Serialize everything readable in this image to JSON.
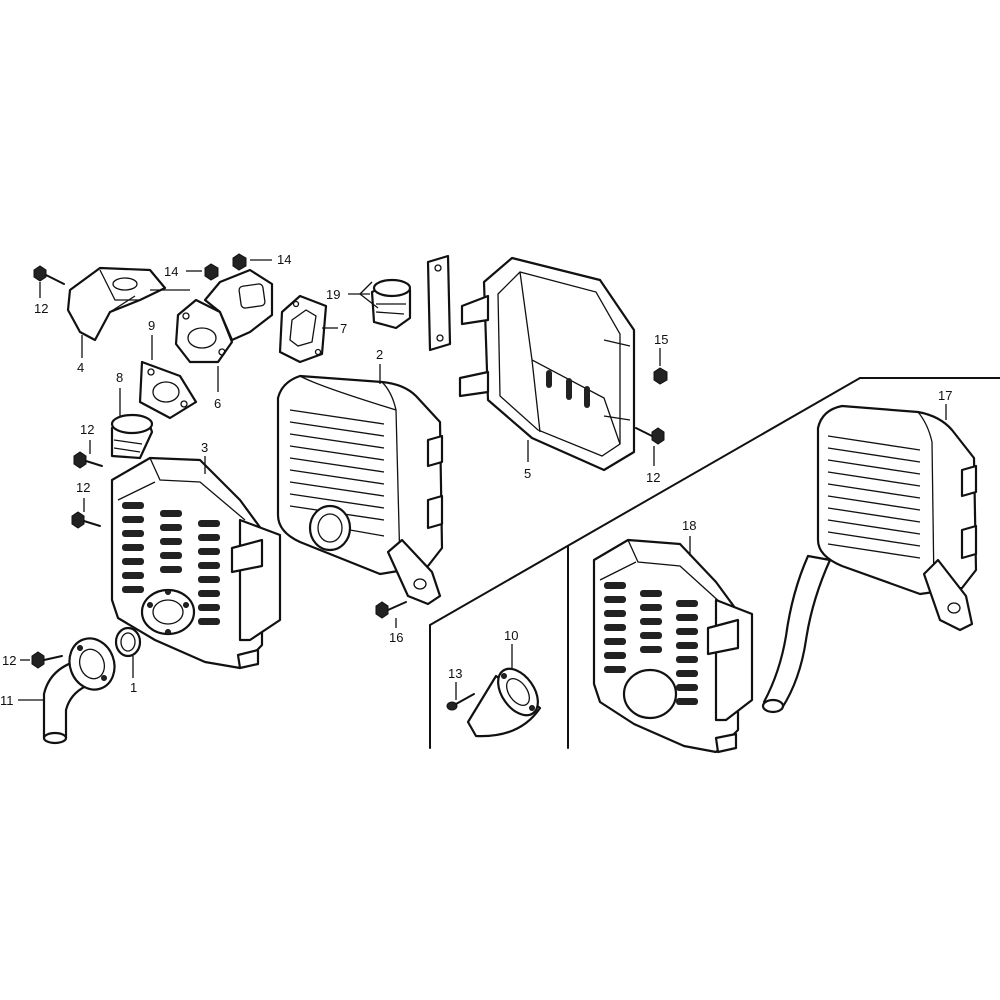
{
  "callouts": [
    {
      "id": "c12a",
      "text": "12"
    },
    {
      "id": "c4",
      "text": "4"
    },
    {
      "id": "c14a",
      "text": "14"
    },
    {
      "id": "c14b",
      "text": "14"
    },
    {
      "id": "c9",
      "text": "9"
    },
    {
      "id": "c6",
      "text": "6"
    },
    {
      "id": "c8",
      "text": "8"
    },
    {
      "id": "c12b",
      "text": "12"
    },
    {
      "id": "c12c",
      "text": "12"
    },
    {
      "id": "c3",
      "text": "3"
    },
    {
      "id": "c12d",
      "text": "12"
    },
    {
      "id": "c11",
      "text": "11"
    },
    {
      "id": "c1",
      "text": "1"
    },
    {
      "id": "c19",
      "text": "19"
    },
    {
      "id": "c7",
      "text": "7"
    },
    {
      "id": "c2",
      "text": "2"
    },
    {
      "id": "c16a",
      "text": "16"
    },
    {
      "id": "c5",
      "text": "5"
    },
    {
      "id": "c15",
      "text": "15"
    },
    {
      "id": "c12e",
      "text": "12"
    },
    {
      "id": "c17",
      "text": "17"
    },
    {
      "id": "c18",
      "text": "18"
    },
    {
      "id": "c10",
      "text": "10"
    },
    {
      "id": "c13",
      "text": "13"
    }
  ]
}
